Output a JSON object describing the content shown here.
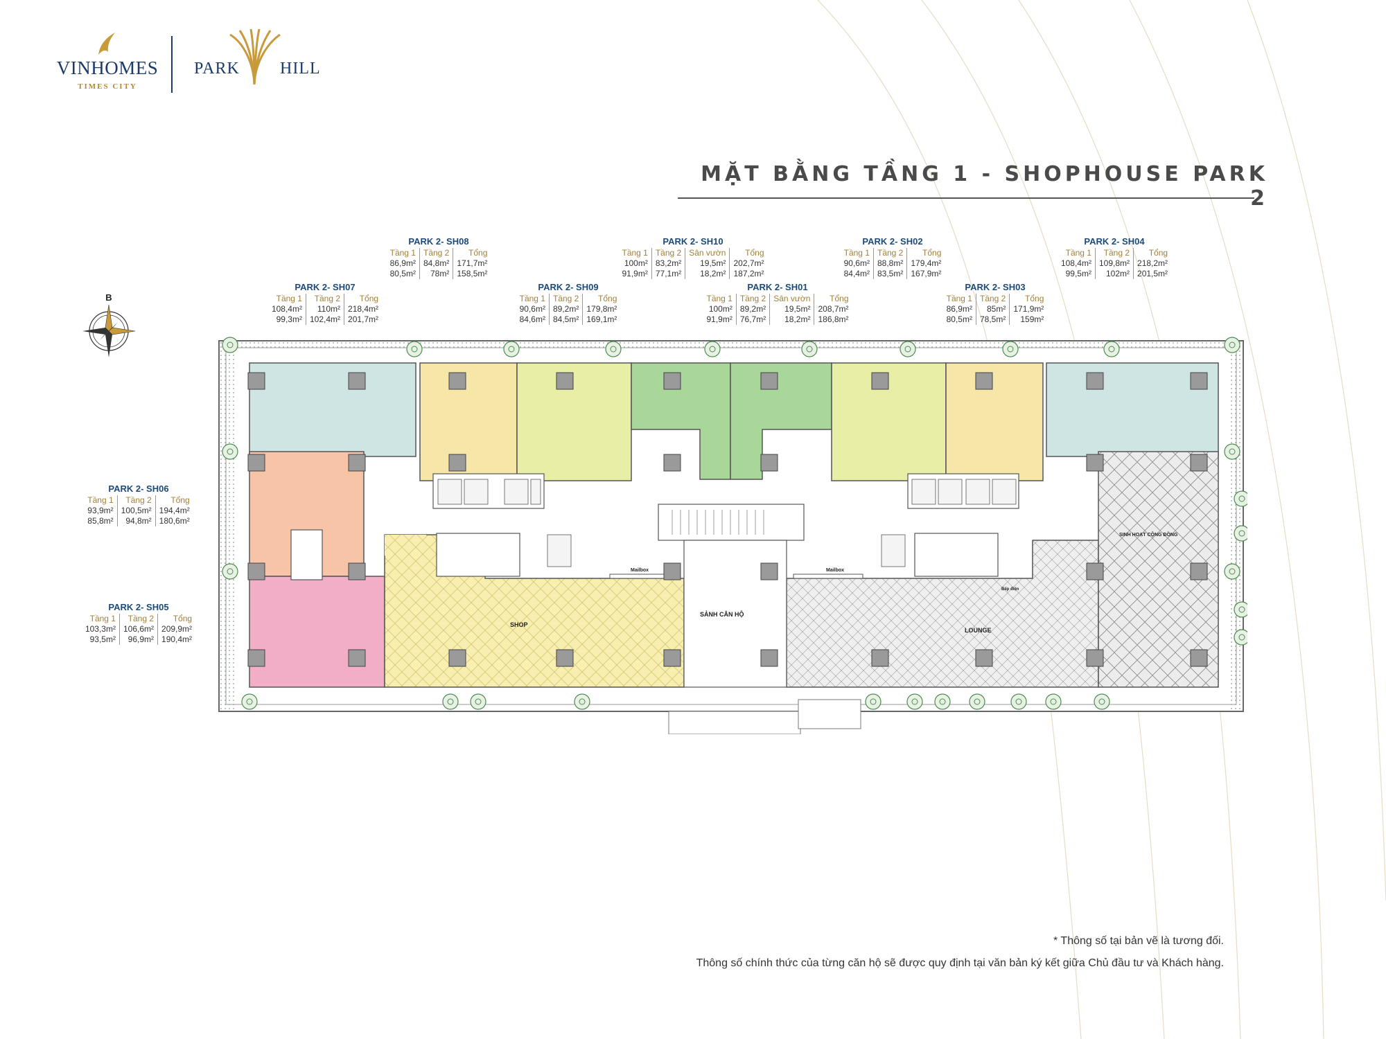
{
  "brand": {
    "vinhomes": "VINHOMES",
    "times_city": "TIMES CITY",
    "park": "PARK",
    "hill": "HILL"
  },
  "title": "MẶT BẰNG TẦNG 1 - SHOPHOUSE PARK 2",
  "compass_letter": "B",
  "units": {
    "sh08": {
      "name": "PARK 2- SH08",
      "headers": [
        "Tầng 1",
        "Tầng 2",
        "Tổng"
      ],
      "row1": [
        "86,9m²",
        "84,8m²",
        "171,7m²"
      ],
      "row2": [
        "80,5m²",
        "78m²",
        "158,5m²"
      ]
    },
    "sh10": {
      "name": "PARK 2- SH10",
      "headers": [
        "Tầng 1",
        "Tầng 2",
        "Sân vườn",
        "Tổng"
      ],
      "row1": [
        "100m²",
        "83,2m²",
        "19,5m²",
        "202,7m²"
      ],
      "row2": [
        "91,9m²",
        "77,1m²",
        "18,2m²",
        "187,2m²"
      ]
    },
    "sh02": {
      "name": "PARK 2- SH02",
      "headers": [
        "Tầng 1",
        "Tầng 2",
        "Tổng"
      ],
      "row1": [
        "90,6m²",
        "88,8m²",
        "179,4m²"
      ],
      "row2": [
        "84,4m²",
        "83,5m²",
        "167,9m²"
      ]
    },
    "sh04": {
      "name": "PARK 2- SH04",
      "headers": [
        "Tầng 1",
        "Tầng 2",
        "Tổng"
      ],
      "row1": [
        "108,4m²",
        "109,8m²",
        "218,2m²"
      ],
      "row2": [
        "99,5m²",
        "102m²",
        "201,5m²"
      ]
    },
    "sh07": {
      "name": "PARK 2- SH07",
      "headers": [
        "Tầng 1",
        "Tầng 2",
        "Tổng"
      ],
      "row1": [
        "108,4m²",
        "110m²",
        "218,4m²"
      ],
      "row2": [
        "99,3m²",
        "102,4m²",
        "201,7m²"
      ]
    },
    "sh09": {
      "name": "PARK 2- SH09",
      "headers": [
        "Tầng 1",
        "Tầng 2",
        "Tổng"
      ],
      "row1": [
        "90,6m²",
        "89,2m²",
        "179,8m²"
      ],
      "row2": [
        "84,6m²",
        "84,5m²",
        "169,1m²"
      ]
    },
    "sh01": {
      "name": "PARK 2- SH01",
      "headers": [
        "Tầng 1",
        "Tầng 2",
        "Sân vườn",
        "Tổng"
      ],
      "row1": [
        "100m²",
        "89,2m²",
        "19,5m²",
        "208,7m²"
      ],
      "row2": [
        "91,9m²",
        "76,7m²",
        "18,2m²",
        "186,8m²"
      ]
    },
    "sh03": {
      "name": "PARK 2- SH03",
      "headers": [
        "Tầng 1",
        "Tầng 2",
        "Tổng"
      ],
      "row1": [
        "86,9m²",
        "85m²",
        "171,9m²"
      ],
      "row2": [
        "80,5m²",
        "78,5m²",
        "159m²"
      ]
    },
    "sh06": {
      "name": "PARK 2- SH06",
      "headers": [
        "Tầng 1",
        "Tầng 2",
        "Tổng"
      ],
      "row1": [
        "93,9m²",
        "100,5m²",
        "194,4m²"
      ],
      "row2": [
        "85,8m²",
        "94,8m²",
        "180,6m²"
      ]
    },
    "sh05": {
      "name": "PARK 2- SH05",
      "headers": [
        "Tầng 1",
        "Tầng 2",
        "Tổng"
      ],
      "row1": [
        "103,3m²",
        "106,6m²",
        "209,9m²"
      ],
      "row2": [
        "93,5m²",
        "96,9m²",
        "190,4m²"
      ]
    }
  },
  "plan_labels": {
    "shop": "SHOP",
    "lobby": "SẢNH CĂN HỘ",
    "lounge": "LOUNGE",
    "community": "SINH HOẠT CỘNG ĐỒNG",
    "mailbox_left": "Mailbox",
    "mailbox_right": "Mailbox",
    "small_room": "Bếp điện"
  },
  "colors": {
    "blue": "#cfe5e3",
    "yellow": "#f6e6a8",
    "lime": "#e8eea6",
    "green": "#a9d79a",
    "salmon": "#f7c4a8",
    "pink": "#f3aec7",
    "shop": "#f8eeb0",
    "hatch": "#e9e9e9"
  },
  "notes": {
    "line1": "* Thông số tại bản vẽ là tương đối.",
    "line2": "Thông số chính thức của từng căn hộ sẽ được quy định tại văn bản ký kết giữa Chủ đầu tư và Khách hàng."
  }
}
